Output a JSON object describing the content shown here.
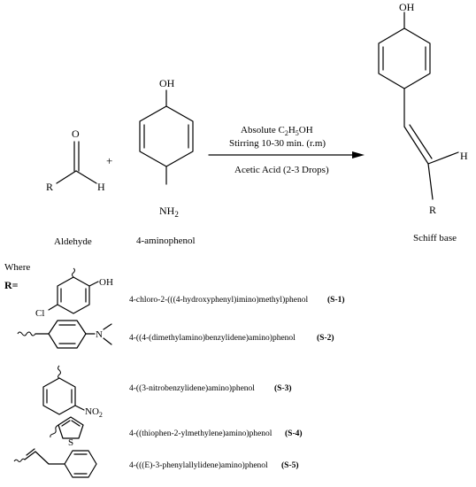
{
  "reactant_aldehyde": {
    "atom_o": "O",
    "atom_r": "R",
    "atom_h": "H",
    "name": "Aldehyde"
  },
  "plus_sign": "+",
  "reactant_aminophenol": {
    "atom_oh": "OH",
    "atom_nh2": "NH",
    "atom_nh2_sub": "2",
    "name": "4-aminophenol"
  },
  "conditions": {
    "solvent_prefix": "Absolute C",
    "solvent_sub1": "2",
    "solvent_mid": "H",
    "solvent_sub2": "5",
    "solvent_suffix": "OH",
    "stirring": "Stirring 10-30 min. (r.m)",
    "catalyst": "Acetic Acid (2-3 Drops)"
  },
  "product": {
    "atom_oh": "OH",
    "atom_h": "H",
    "atom_r": "R",
    "name": "Schiff base"
  },
  "where_label": "Where",
  "r_equals": "R=",
  "substituents": [
    {
      "atoms": [
        "OH",
        "Cl"
      ],
      "name": "4-chloro-2-(((4-hydroxyphenyl)imino)methyl)phenol",
      "code": "(S-1)"
    },
    {
      "atoms": [
        "N"
      ],
      "name": "4-((4-(dimethylamino)benzylidene)amino)phenol",
      "code": "(S-2)"
    },
    {
      "atoms": [
        "NO",
        "2"
      ],
      "name": "4-((3-nitrobenzylidene)amino)phenol",
      "code": "(S-3)"
    },
    {
      "atoms": [
        "S"
      ],
      "name": "4-((thiophen-2-ylmethylene)amino)phenol",
      "code": "(S-4)"
    },
    {
      "atoms": [],
      "name": "4-(((E)-3-phenylallylidene)amino)phenol",
      "code": "(S-5)"
    }
  ]
}
